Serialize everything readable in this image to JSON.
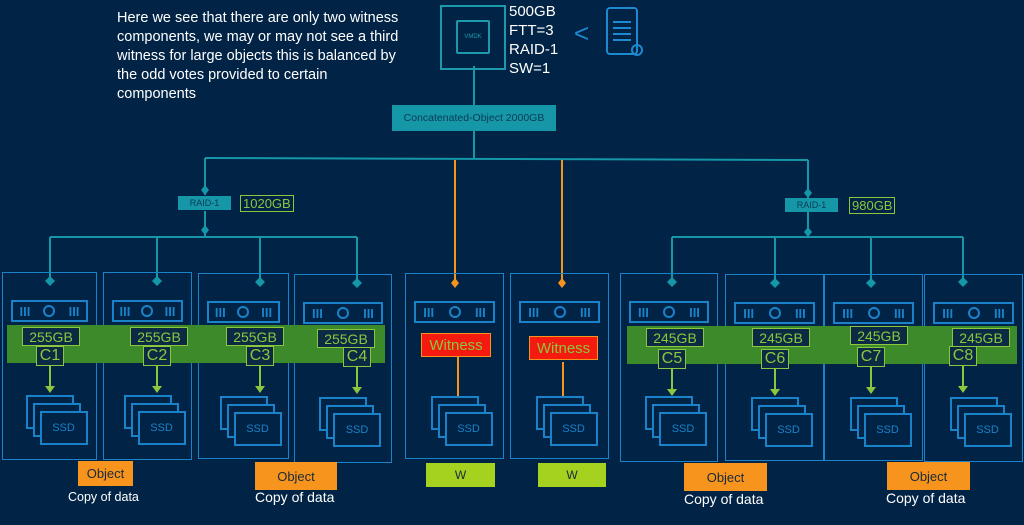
{
  "note": "Here we see that there are only two witness components, we may or may not see a third witness for large objects this is balanced by the odd votes provided to certain components",
  "vmdk": {
    "label": "VMDK",
    "specs": "500GB\nFTT=3\nRAID-1\nSW=1"
  },
  "policy": {
    "chevron": "<",
    "icon": "storage-policy-icon"
  },
  "concatenated": "Concatenated-Object 2000GB",
  "left_raid": {
    "label": "RAID-1",
    "size": "1020GB"
  },
  "right_raid": {
    "label": "RAID-1",
    "size": "980GB"
  },
  "components": [
    {
      "size": "255GB",
      "name": "C1"
    },
    {
      "size": "255GB",
      "name": "C2"
    },
    {
      "size": "255GB",
      "name": "C3"
    },
    {
      "size": "255GB",
      "name": "C4"
    },
    {
      "size": "245GB",
      "name": "C5"
    },
    {
      "size": "245GB",
      "name": "C6"
    },
    {
      "size": "245GB",
      "name": "C7"
    },
    {
      "size": "245GB",
      "name": "C8"
    }
  ],
  "witnesses": [
    {
      "label": "Witness",
      "tag": "W"
    },
    {
      "label": "Witness",
      "tag": "W"
    }
  ],
  "ssd_label": "SSD",
  "objects": [
    {
      "label": "Object",
      "caption": "Copy of data"
    },
    {
      "label": "Object",
      "caption": "Copy of data"
    },
    {
      "label": "Object",
      "caption": "Copy of data"
    },
    {
      "label": "Object",
      "caption": "Copy of data"
    }
  ],
  "colors": {
    "background": "#012345",
    "teal": "#1597a8",
    "host_blue": "#1a82c8",
    "green": "#8cc63f",
    "green_bar": "#3d8a2a",
    "orange": "#f7941d",
    "witness_red": "#f41a0f",
    "w_green": "#a5d21e"
  }
}
